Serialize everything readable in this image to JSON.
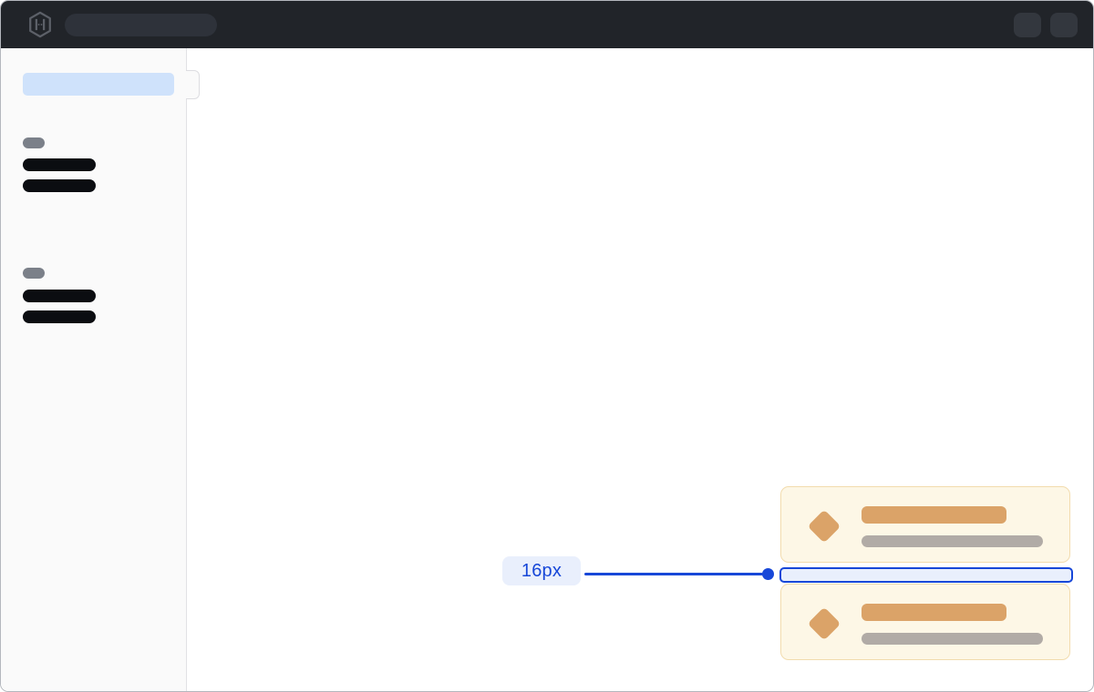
{
  "annotation": {
    "spacing_label": "16px"
  },
  "header": {
    "logo_icon": "hashicorp-logo",
    "search_skeleton": "global-search-placeholder",
    "action_skeletons": [
      "header-action-placeholder",
      "header-action-placeholder"
    ]
  },
  "sidebar": {
    "selected_item_skeleton": "active-nav-placeholder",
    "groups": [
      {
        "label_skeleton": "section-label-placeholder",
        "item_skeletons": 2
      },
      {
        "label_skeleton": "section-label-placeholder",
        "item_skeletons": 2
      }
    ]
  },
  "demo": {
    "cards": [
      {
        "icon": "diamond",
        "title_skeleton": true,
        "subtitle_skeleton": true
      },
      {
        "icon": "diamond",
        "title_skeleton": true,
        "subtitle_skeleton": true
      }
    ],
    "highlighted_gap": "16px"
  },
  "colors": {
    "accent_blue": "#1747d8",
    "accent_blue_fill": "#e9effc",
    "card_background": "#fdf7e6",
    "card_border": "#f2dcae",
    "card_accent_tan": "#dba368",
    "skeleton_gray": "#b1aba6",
    "skeleton_dark": "#0b0d11",
    "section_label_gray": "#7b8089",
    "sidebar_background": "#fafafa",
    "sidebar_selected_blue": "#cfe2fb",
    "topbar_background": "#212429",
    "topbar_skeleton": "#2e323a"
  }
}
